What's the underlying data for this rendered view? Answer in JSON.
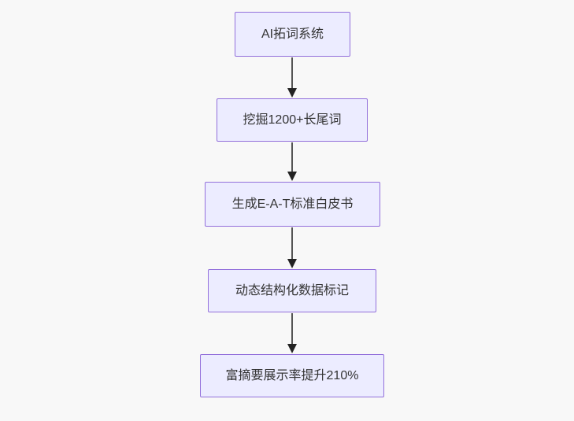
{
  "diagram": {
    "title": "SEO AI workflow flowchart",
    "type": "flowchart-vertical",
    "colors": {
      "background": "#f8f8f8",
      "node_fill": "#ECECFF",
      "node_border": "#9370DB",
      "text": "#333333",
      "edge_line": "#555555",
      "edge_arrowhead": "#222222"
    },
    "nodes": [
      {
        "id": "A",
        "label": "AI拓词系统"
      },
      {
        "id": "B",
        "label": "挖掘1200+长尾词"
      },
      {
        "id": "C",
        "label": "生成E-A-T标准白皮书"
      },
      {
        "id": "D",
        "label": "动态结构化数据标记"
      },
      {
        "id": "E",
        "label": "富摘要展示率提升210%"
      }
    ],
    "edges": [
      {
        "from": "A",
        "to": "B"
      },
      {
        "from": "B",
        "to": "C"
      },
      {
        "from": "C",
        "to": "D"
      },
      {
        "from": "D",
        "to": "E"
      }
    ]
  }
}
